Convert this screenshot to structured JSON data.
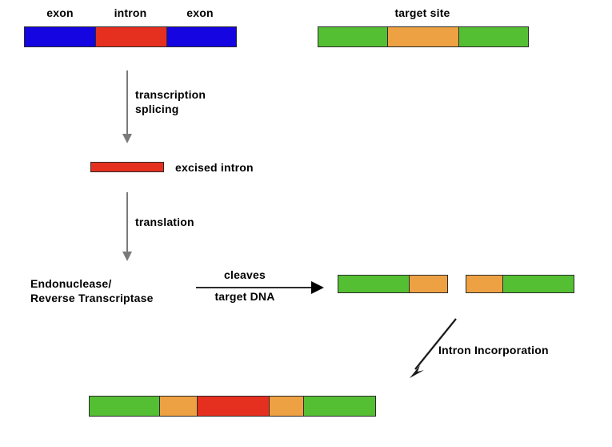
{
  "diagram": {
    "title": "Group II intron mobility / retrohoming pathway",
    "background_color": "#ffffff",
    "colors": {
      "exon": "#1505e0",
      "intron": "#e5301f",
      "target_flank": "#55bf33",
      "target_core": "#eda143",
      "outline": "#2b2b2b",
      "arrow_gray": "#7a7a7a",
      "arrow_black": "#000000",
      "text": "#000000"
    },
    "labels": {
      "exon_left": "exon",
      "intron": "intron",
      "exon_right": "exon",
      "target_site": "target site",
      "transcription_splicing_line1": "transcription",
      "transcription_splicing_line2": "splicing",
      "excised_intron": "excised intron",
      "translation": "translation",
      "enzyme_line1": "Endonuclease/",
      "enzyme_line2": "Reverse Transcriptase",
      "cleaves_line1": "cleaves",
      "cleaves_line2": "target DNA",
      "intron_incorporation": "Intron Incorporation"
    },
    "bars": {
      "precursor_rna": {
        "name": "pre-mRNA with intron",
        "segments": [
          {
            "color": "blue",
            "label": "exon",
            "width": 88
          },
          {
            "color": "red",
            "label": "intron",
            "width": 89
          },
          {
            "color": "blue",
            "label": "exon",
            "width": 88
          }
        ]
      },
      "target_site": {
        "name": "intact target DNA site",
        "segments": [
          {
            "color": "green",
            "label": "flank",
            "width": 86
          },
          {
            "color": "orange",
            "label": "target core",
            "width": 89
          },
          {
            "color": "green",
            "label": "flank",
            "width": 88
          }
        ]
      },
      "excised_intron": {
        "name": "excised intron lariat RNA",
        "segments": [
          {
            "color": "red",
            "label": "intron",
            "width": 92
          }
        ]
      },
      "cleaved_left": {
        "name": "left cleaved DNA fragment",
        "segments": [
          {
            "color": "green",
            "label": "flank",
            "width": 88
          },
          {
            "color": "orange",
            "label": "target core",
            "width": 50
          }
        ]
      },
      "cleaved_right": {
        "name": "right cleaved DNA fragment",
        "segments": [
          {
            "color": "orange",
            "label": "target core",
            "width": 45
          },
          {
            "color": "green",
            "label": "flank",
            "width": 91
          }
        ]
      },
      "product": {
        "name": "target DNA with intron inserted",
        "segments": [
          {
            "color": "green",
            "label": "flank",
            "width": 87
          },
          {
            "color": "orange",
            "label": "target core",
            "width": 47
          },
          {
            "color": "red",
            "label": "intron",
            "width": 90
          },
          {
            "color": "orange",
            "label": "target core",
            "width": 43
          },
          {
            "color": "green",
            "label": "flank",
            "width": 92
          }
        ]
      }
    },
    "arrows": [
      {
        "name": "transcription-splicing-arrow",
        "direction": "down"
      },
      {
        "name": "translation-arrow",
        "direction": "down"
      },
      {
        "name": "cleaves-target-dna-arrow",
        "direction": "right"
      },
      {
        "name": "intron-incorporation-arrow",
        "direction": "down-left"
      }
    ]
  }
}
